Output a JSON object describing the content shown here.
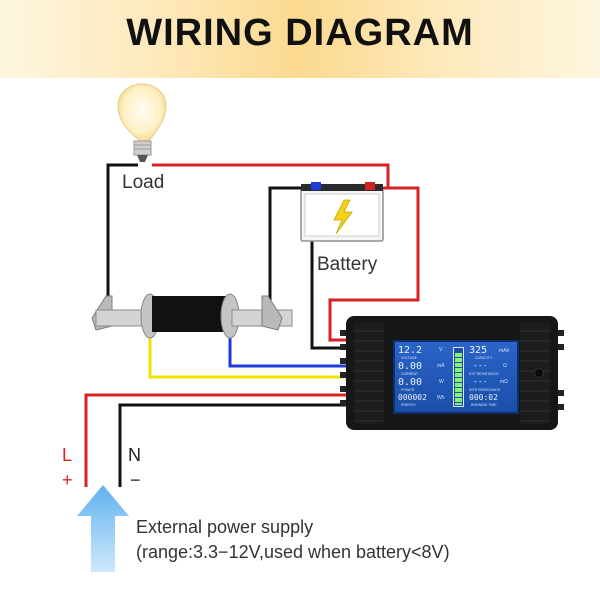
{
  "header": {
    "title": "WIRING DIAGRAM"
  },
  "labels": {
    "load": "Load",
    "battery": "Battery",
    "live": "L",
    "plus": "+",
    "neutral": "N",
    "minus": "−",
    "external_line1": "External power supply",
    "external_line2": "(range:3.3−12V,used when battery<8V)"
  },
  "meter_display": {
    "voltage": "12.2",
    "voltage_unit": "V",
    "voltage_label": "VOLTAGE",
    "current": "0.00",
    "current_unit": "mA",
    "current_label": "CURRENT",
    "power": "0.00",
    "power_unit": "W",
    "power_label": "POWER",
    "energy": "000002",
    "energy_unit": "Wh",
    "energy_label": "ENERGY",
    "capacity": "325",
    "capacity_unit": "mAh",
    "capacity_label": "CAPACITY",
    "ext_resistance": "---",
    "ext_resistance_unit": "Ω",
    "ext_resistance_label": "EXT RESISTANCE",
    "int_resistance": "---",
    "int_resistance_unit": "mΩ",
    "int_resistance_label": "INTR RESISTANCE",
    "running_time": "000:02",
    "running_time_label": "RUNNING TIME"
  },
  "colors": {
    "positive_wire": "#d42222",
    "negative_wire": "#111111",
    "shunt_yellow": "#f2e200",
    "shunt_blue": "#1f3ad6",
    "lcd_background": "#2256b8",
    "arrow": "#7fc4f5"
  },
  "icons": [
    "light-bulb-icon",
    "battery-icon",
    "lightning-icon",
    "shunt-resistor-icon",
    "power-meter-icon",
    "up-arrow-icon"
  ]
}
